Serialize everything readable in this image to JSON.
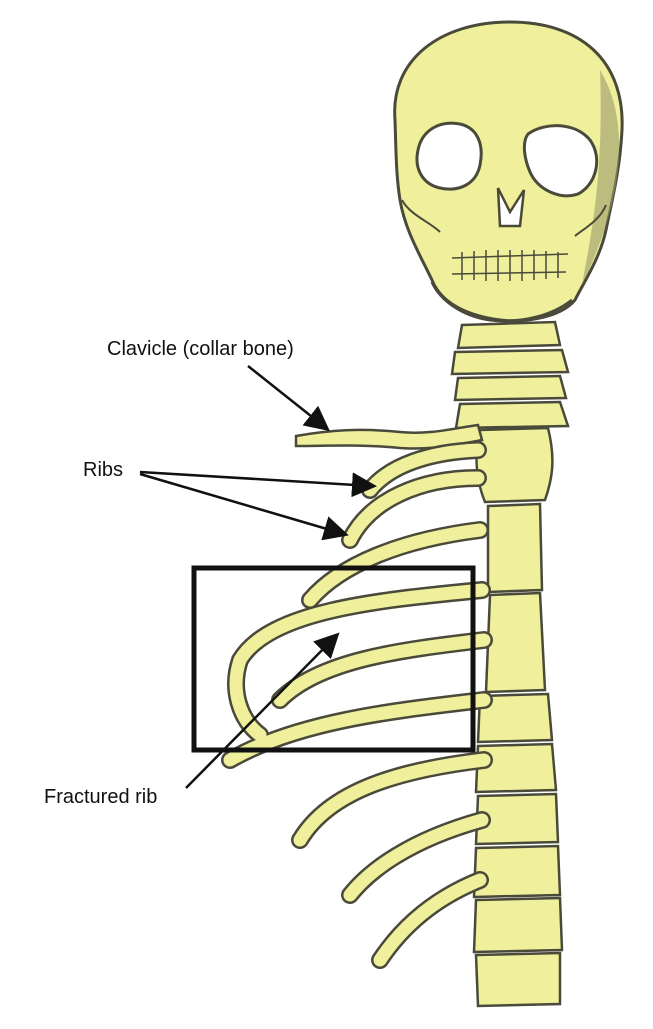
{
  "labels": {
    "clavicle": "Clavicle (collar bone)",
    "ribs": "Ribs",
    "fractured_rib": "Fractured rib"
  },
  "colors": {
    "bone": "#efef9c",
    "bone_shade": "#c9c86a",
    "bone_dark": "#4a4a3a",
    "outline": "#111111",
    "background": "#ffffff"
  }
}
